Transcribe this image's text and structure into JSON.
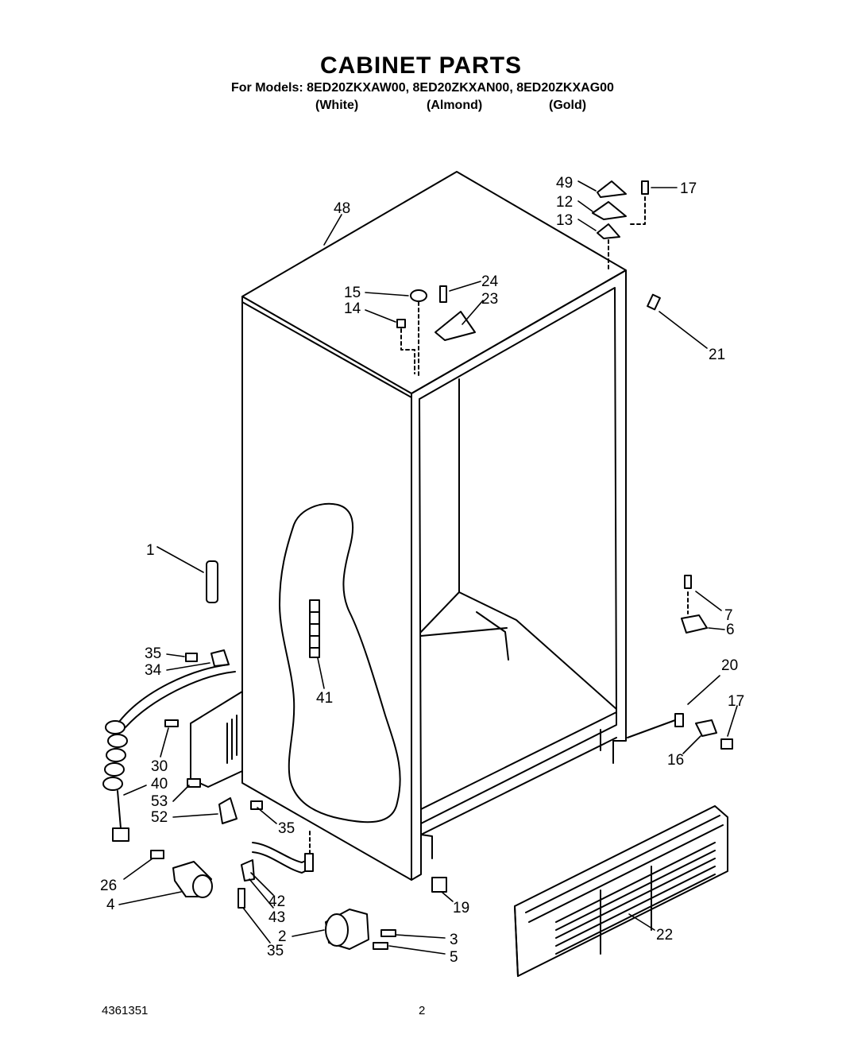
{
  "header": {
    "title": "CABINET PARTS",
    "models_line": "For Models: 8ED20ZKXAW00, 8ED20ZKXAN00, 8ED20ZKXAG00",
    "finishes": [
      "(White)",
      "(Almond)",
      "(Gold)"
    ]
  },
  "footer": {
    "document_number": "4361351",
    "page_number": "2"
  },
  "callouts": {
    "c48": "48",
    "c49": "49",
    "c12": "12",
    "c13": "13",
    "c17a": "17",
    "c15": "15",
    "c14": "14",
    "c24": "24",
    "c23": "23",
    "c21": "21",
    "c1": "1",
    "c7": "7",
    "c6": "6",
    "c35a": "35",
    "c34": "34",
    "c41": "41",
    "c20": "20",
    "c17b": "17",
    "c16": "16",
    "c30": "30",
    "c40": "40",
    "c53": "53",
    "c52": "52",
    "c35b": "35",
    "c26": "26",
    "c4": "4",
    "c42": "42",
    "c43": "43",
    "c35c": "35",
    "c2": "2",
    "c3": "3",
    "c5": "5",
    "c19": "19",
    "c22": "22"
  }
}
